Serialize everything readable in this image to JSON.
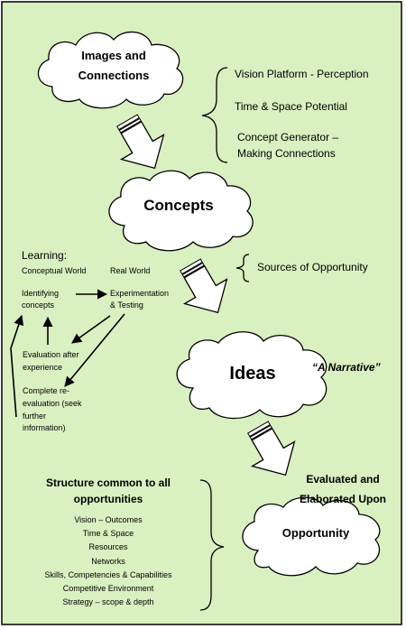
{
  "colors": {
    "background": "#d9f0c0",
    "border": "#000000",
    "cloud_fill": "#ffffff"
  },
  "clouds": {
    "images": {
      "line1": "Images and",
      "line2": "Connections"
    },
    "concepts": "Concepts",
    "ideas": "Ideas",
    "opportunity": "Opportunity"
  },
  "top_brace_items": [
    "Vision Platform - Perception",
    "Time & Space Potential",
    "Concept Generator –",
    "Making Connections"
  ],
  "sources": "Sources of Opportunity",
  "learning": {
    "title": "Learning:",
    "conceptual_world": "Conceptual World",
    "real_world": "Real World",
    "identifying": [
      "Identifying",
      "concepts"
    ],
    "experimentation": [
      "Experimentation",
      "& Testing"
    ],
    "evaluation": [
      "Evaluation after",
      "experience"
    ],
    "complete": [
      "Complete re-",
      "evaluation (seek",
      "further",
      "information)"
    ]
  },
  "narrative": "“A Narrative”",
  "evaluated": [
    "Evaluated and",
    "Elaborated Upon"
  ],
  "structure": {
    "title": [
      "Structure common to all",
      "opportunities"
    ],
    "items": [
      "Vision – Outcomes",
      "Time & Space",
      "Resources",
      "Networks",
      "Skills, Competencies & Capabilities",
      "Competitive Environment",
      "Strategy – scope & depth"
    ]
  }
}
